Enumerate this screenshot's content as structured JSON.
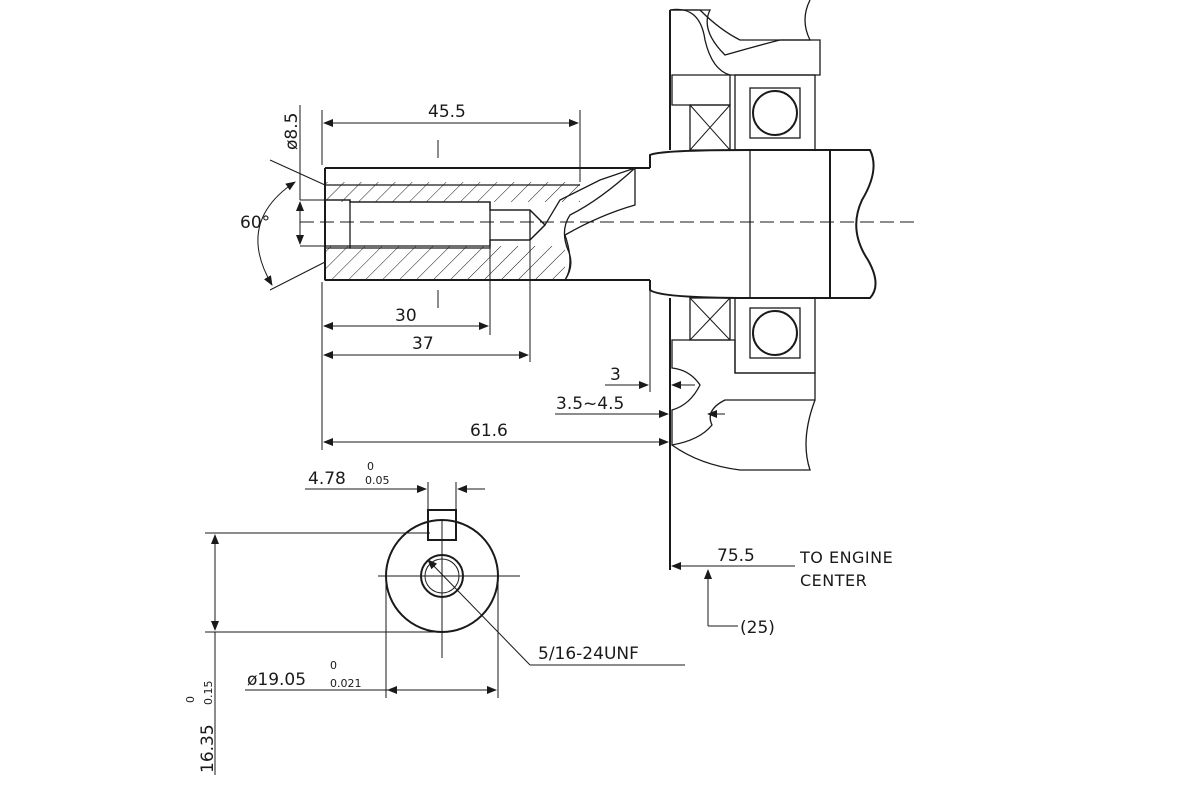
{
  "drawing": {
    "shaft_length": "45.5",
    "bore_diameter": "ø8.5",
    "chamfer_angle": "60°",
    "thread_depth": "30",
    "drill_depth": "37",
    "overall_length": "61.6",
    "gap_3": "3",
    "gap_range": "3.5~4.5",
    "engine_center_distance": "75.5",
    "engine_center_note_line1": "TO ENGINE",
    "engine_center_note_line2": "CENTER",
    "reference_dim": "(25)",
    "key_width": "4.78",
    "key_width_upper": "0",
    "key_width_lower": "0.05",
    "shaft_diameter": "ø19.05",
    "shaft_diameter_upper": "0",
    "shaft_diameter_lower": "0.021",
    "key_depth": "16.35",
    "key_depth_upper": "0",
    "key_depth_lower": "0.15",
    "thread_spec": "5/16-24UNF"
  },
  "colors": {
    "line": "#1a1a1a",
    "background": "#ffffff"
  }
}
